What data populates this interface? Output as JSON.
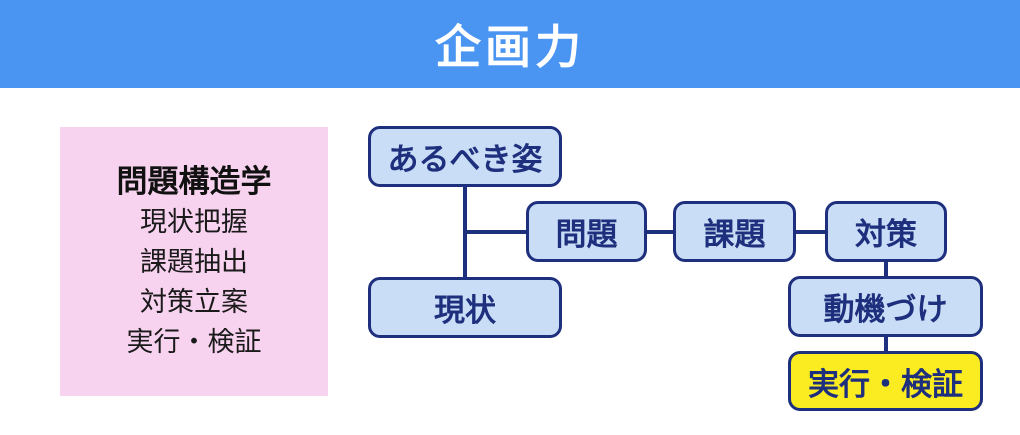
{
  "header": {
    "title": "企画力"
  },
  "panel": {
    "title": "問題構造学",
    "items": [
      "現状把握",
      "課題抽出",
      "対策立案",
      "実行・検証"
    ]
  },
  "flowchart": {
    "nodes": [
      {
        "id": "ideal-state",
        "label": "あるべき姿",
        "highlight": false
      },
      {
        "id": "problem",
        "label": "問題",
        "highlight": false
      },
      {
        "id": "issue",
        "label": "課題",
        "highlight": false
      },
      {
        "id": "countermeasure",
        "label": "対策",
        "highlight": false
      },
      {
        "id": "current-state",
        "label": "現状",
        "highlight": false
      },
      {
        "id": "motivation",
        "label": "動機づけ",
        "highlight": false
      },
      {
        "id": "execution-verification",
        "label": "実行・検証",
        "highlight": true
      }
    ],
    "edges": [
      {
        "from": "ideal-state",
        "to": "current-state"
      },
      {
        "from": "ideal-state/current-state-junction",
        "to": "problem"
      },
      {
        "from": "problem",
        "to": "issue"
      },
      {
        "from": "issue",
        "to": "countermeasure"
      },
      {
        "from": "countermeasure",
        "to": "motivation"
      },
      {
        "from": "motivation",
        "to": "execution-verification"
      }
    ]
  },
  "colors": {
    "header_bg": "#4a95f2",
    "header_text": "#ffffff",
    "panel_bg": "#f8d3f0",
    "node_fill": "#c9ddf6",
    "node_border": "#1e2f7d",
    "node_text": "#1e2f7d",
    "highlight_fill": "#faec20",
    "connector": "#1e2f7d"
  }
}
